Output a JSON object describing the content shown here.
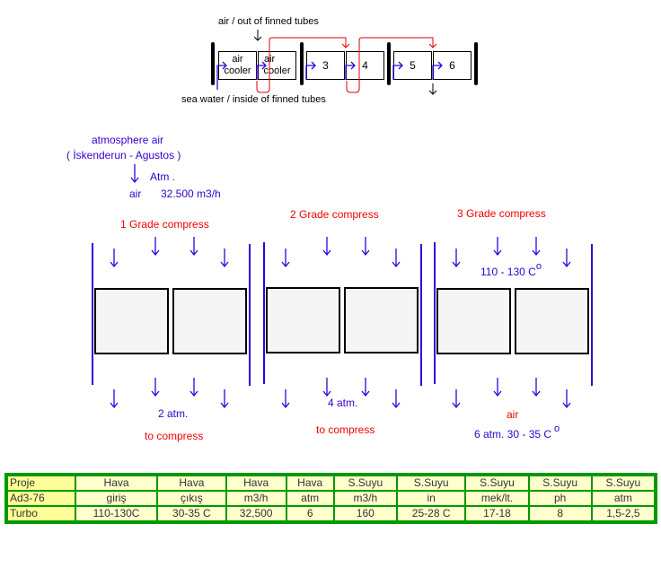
{
  "top_diagram": {
    "air_label": "air  /  out of finned tubes",
    "water_label": "sea water /  inside of finned tubes",
    "units": [
      {
        "line1": "air",
        "line2": "cooler"
      },
      {
        "line1": "air",
        "line2": "cooler"
      },
      {
        "line1": "3",
        "line2": ""
      },
      {
        "line1": "4",
        "line2": ""
      },
      {
        "line1": "5",
        "line2": ""
      },
      {
        "line1": "6",
        "line2": ""
      }
    ]
  },
  "intake": {
    "title": "atmosphere air",
    "location": "( İskenderun - Agustos )",
    "pressure_label": "Atm .",
    "air_label": "air",
    "flow": "32.500 m3/h"
  },
  "stages": [
    {
      "title": "1 Grade compress",
      "inner_note": "",
      "outlet_pressure": "2 atm.",
      "outlet_note": "to compress"
    },
    {
      "title": "2  Grade compress",
      "inner_note": "",
      "outlet_pressure": "4 atm.",
      "outlet_note": "to compress"
    },
    {
      "title": "3  Grade compress",
      "inner_note": "110 - 130 C",
      "inner_note_sup": "o",
      "outlet_pressure": "air",
      "outlet_note": "6 atm. 30 - 35 C",
      "outlet_note_sup": "o"
    }
  ],
  "table": {
    "rows": [
      [
        "Proje",
        "Hava",
        "Hava",
        "Hava",
        "Hava",
        "S.Suyu",
        "S.Suyu",
        "S.Suyu",
        "S.Suyu",
        "S.Suyu"
      ],
      [
        "Ad3-76",
        "giriş",
        "çıkış",
        "m3/h",
        "atm",
        "m3/h",
        "in",
        "mek/lt.",
        "ph",
        "atm"
      ],
      [
        "Turbo",
        "110-130C",
        "30-35 C",
        "32,500",
        "6",
        "160",
        "25-28  C",
        "17-18",
        "8",
        "1,5-2,5"
      ]
    ]
  },
  "colors": {
    "blue": "#3300cc",
    "red": "#ee0000",
    "table_border": "#009900",
    "table_cell": "#ffffcc",
    "table_header": "#ffff99"
  }
}
